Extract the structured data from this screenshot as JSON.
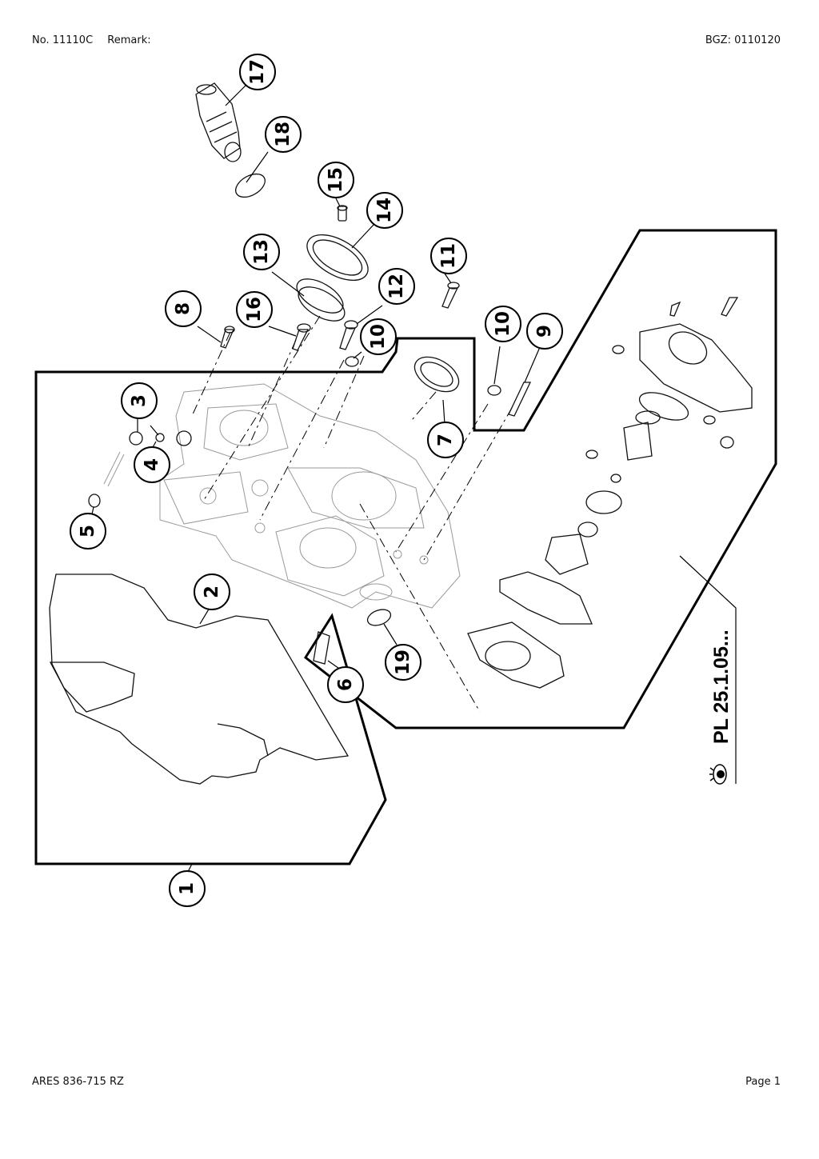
{
  "header": {
    "number": "No. 11110C",
    "remark_label": "Remark:",
    "bgz": "BGZ: 0110120"
  },
  "footer": {
    "model": "ARES 836-715 RZ",
    "page": "Page 1"
  },
  "diagram": {
    "callouts": [
      "1",
      "2",
      "3",
      "4",
      "5",
      "6",
      "7",
      "8",
      "9",
      "10",
      "10",
      "11",
      "12",
      "13",
      "14",
      "15",
      "16",
      "17",
      "18",
      "19"
    ],
    "reference": "PL 25.1.05..."
  }
}
